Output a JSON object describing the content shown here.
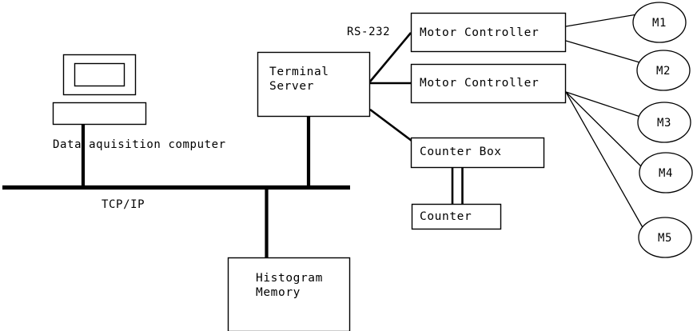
{
  "diagram": {
    "title": "Data acquisition system block diagram",
    "background_color": "#ffffff",
    "stroke_color": "#000000",
    "nodes": {
      "data_acquisition_computer": {
        "label": "Data aquisition computer",
        "monitor_label": "",
        "base_label": ""
      },
      "terminal_server": {
        "line1": "Terminal",
        "line2": "Server"
      },
      "motor_controller_1": {
        "label": "Motor Controller"
      },
      "motor_controller_2": {
        "label": "Motor Controller"
      },
      "counter_box": {
        "label": "Counter Box"
      },
      "counter": {
        "label": "Counter"
      },
      "histogram_memory": {
        "line1": "Histogram",
        "line2": "Memory"
      },
      "motors": [
        {
          "id": "M1",
          "label": "M1"
        },
        {
          "id": "M2",
          "label": "M2"
        },
        {
          "id": "M3",
          "label": "M3"
        },
        {
          "id": "M4",
          "label": "M4"
        },
        {
          "id": "M5",
          "label": "M5"
        }
      ]
    },
    "links": {
      "bus_label": "TCP/IP",
      "rs232_label": "RS-232"
    }
  }
}
